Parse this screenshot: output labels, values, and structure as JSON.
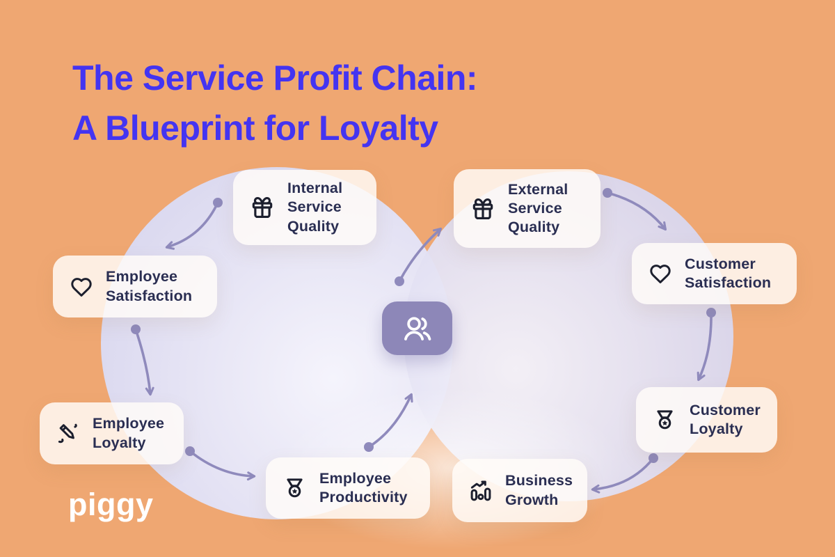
{
  "title": {
    "line1": "The Service Profit Chain:",
    "line2": "A Blueprint for Loyalty"
  },
  "brand": {
    "logo": "piggy"
  },
  "colors": {
    "background": "#EFA772",
    "title": "#4434F1",
    "card_background": "rgba(255,252,248,0.84)",
    "card_text": "#2A2E52",
    "icon_stroke": "#1C1F2E",
    "arrow": "#8F8ABC",
    "center_badge": "#8D87B8",
    "circle_fill": "#DDDBF1",
    "logo": "#FFFFFF"
  },
  "center": {
    "icon": "people-icon"
  },
  "nodes": [
    {
      "id": "internal-service-quality",
      "label": "Internal Service Quality",
      "icon": "gift-icon"
    },
    {
      "id": "external-service-quality",
      "label": "External Service Quality",
      "icon": "gift-icon"
    },
    {
      "id": "employee-satisfaction",
      "label": "Employee Satisfaction",
      "icon": "heart-icon"
    },
    {
      "id": "customer-satisfaction",
      "label": "Customer Satisfaction",
      "icon": "heart-icon"
    },
    {
      "id": "employee-loyalty",
      "label": "Employee Loyalty",
      "icon": "pen-icon"
    },
    {
      "id": "customer-loyalty",
      "label": "Customer Loyalty",
      "icon": "medal-icon"
    },
    {
      "id": "employee-productivity",
      "label": "Employee Productivity",
      "icon": "medal-icon"
    },
    {
      "id": "business-growth",
      "label": "Business Growth",
      "icon": "chart-up-icon"
    }
  ],
  "connections": [
    {
      "from": "Internal Service Quality",
      "to": "Employee Satisfaction"
    },
    {
      "from": "Employee Satisfaction",
      "to": "Employee Loyalty"
    },
    {
      "from": "Employee Loyalty",
      "to": "Employee Productivity"
    },
    {
      "from": "Employee Productivity",
      "to": "Center"
    },
    {
      "from": "Center",
      "to": "External Service Quality"
    },
    {
      "from": "External Service Quality",
      "to": "Customer Satisfaction"
    },
    {
      "from": "Customer Satisfaction",
      "to": "Customer Loyalty"
    },
    {
      "from": "Customer Loyalty",
      "to": "Business Growth"
    }
  ]
}
